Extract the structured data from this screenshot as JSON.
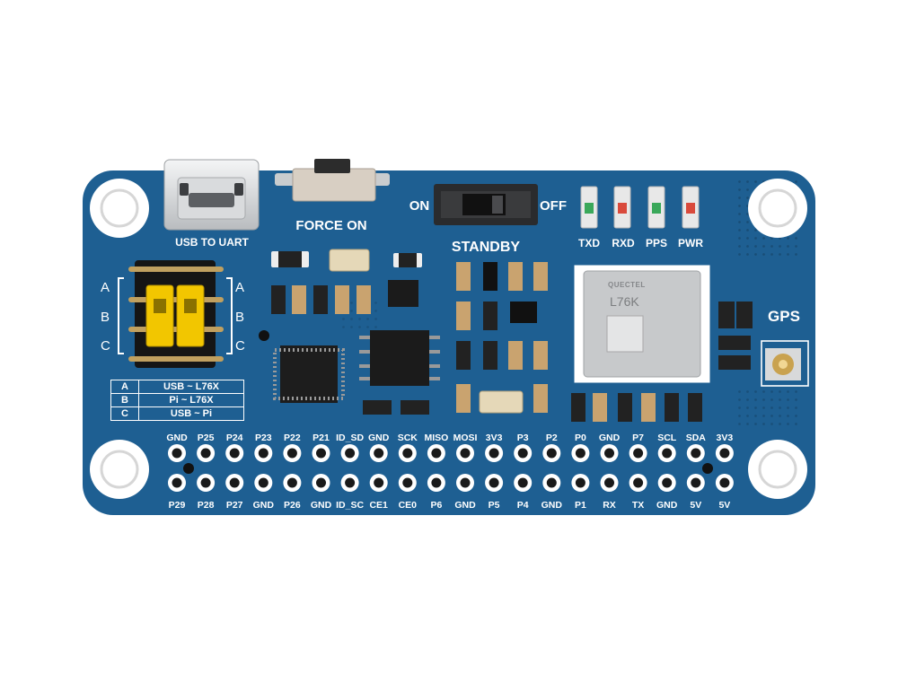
{
  "colors": {
    "pcb": "#1e5f92",
    "silkscreen": "#ffffff",
    "jumper": "#f2c600",
    "module": "#c8cacc"
  },
  "labels": {
    "usb": "USB TO UART",
    "force_on": "FORCE ON",
    "on": "ON",
    "off": "OFF",
    "standby": "STANDBY",
    "gps": "GPS",
    "module_brand": "QUECTEL",
    "module_name": "L76K"
  },
  "leds": [
    "TXD",
    "RXD",
    "PPS",
    "PWR"
  ],
  "jumper_letters": [
    "A",
    "B",
    "C"
  ],
  "jumper_table": [
    {
      "key": "A",
      "value": "USB ~ L76X"
    },
    {
      "key": "B",
      "value": "Pi ~ L76X"
    },
    {
      "key": "C",
      "value": "USB ~ Pi"
    }
  ],
  "header_top": [
    "GND",
    "P25",
    "P24",
    "P23",
    "P22",
    "P21",
    "ID_SD",
    "GND",
    "SCK",
    "MISO",
    "MOSI",
    "3V3",
    "P3",
    "P2",
    "P0",
    "GND",
    "P7",
    "SCL",
    "SDA",
    "3V3"
  ],
  "header_bottom": [
    "P29",
    "P28",
    "P27",
    "GND",
    "P26",
    "GND",
    "ID_SC",
    "CE1",
    "CE0",
    "P6",
    "GND",
    "P5",
    "P4",
    "GND",
    "P1",
    "RX",
    "TX",
    "GND",
    "5V",
    "5V"
  ]
}
